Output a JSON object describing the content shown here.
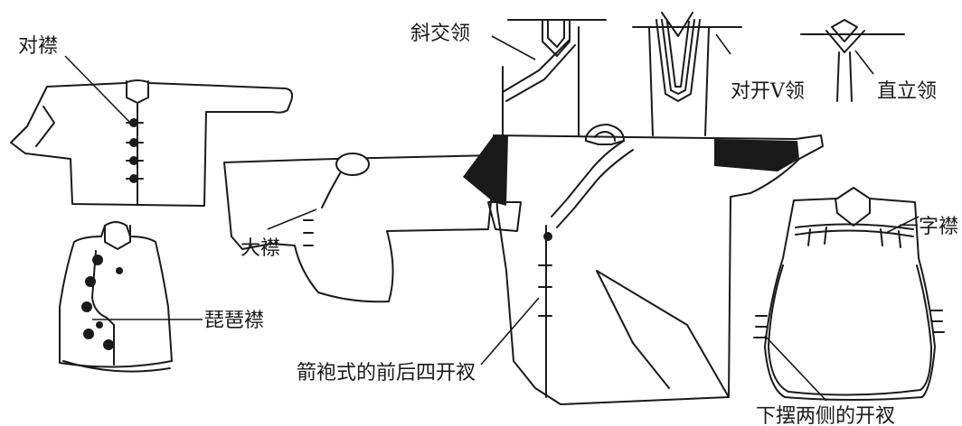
{
  "labels": {
    "duijin": "对襟",
    "xiejiaoling": "斜交领",
    "duikai_v_ling": "对开V领",
    "zhililing": "直立领",
    "yizijin": "一字襟",
    "dajin": "大襟",
    "pipajin": "琵琶襟",
    "jianpao_kaiqi": "箭袍式的前后四开衩",
    "xiabai_kaiqi": "下摆两侧的开衩"
  }
}
